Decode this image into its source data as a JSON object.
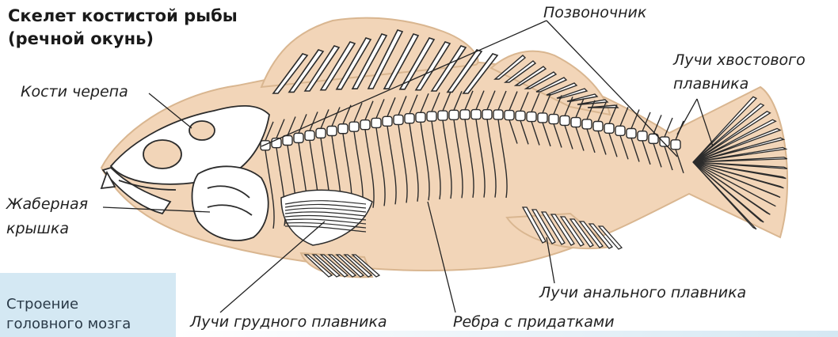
{
  "title": "Скелет костистой рыбы (речной окунь)",
  "labels": {
    "skull": "Кости черепа",
    "gill_cover_line1": "Жаберная",
    "gill_cover_line2": "крышка",
    "spine": "Позвоночник",
    "caudal_line1": "Лучи хвостового",
    "caudal_line2": "плавника",
    "anal": "Лучи анального плавника",
    "pectoral": "Лучи грудного плавника",
    "ribs": "Ребра с придатками"
  },
  "side_panel": {
    "line1": "Строение",
    "line2": "головного мозга"
  },
  "colors": {
    "body_fill": "#f2d5b8",
    "bone_fill": "#ffffff",
    "bone_stroke": "#2b2b2b",
    "side_panel": "#d4e8f3"
  }
}
